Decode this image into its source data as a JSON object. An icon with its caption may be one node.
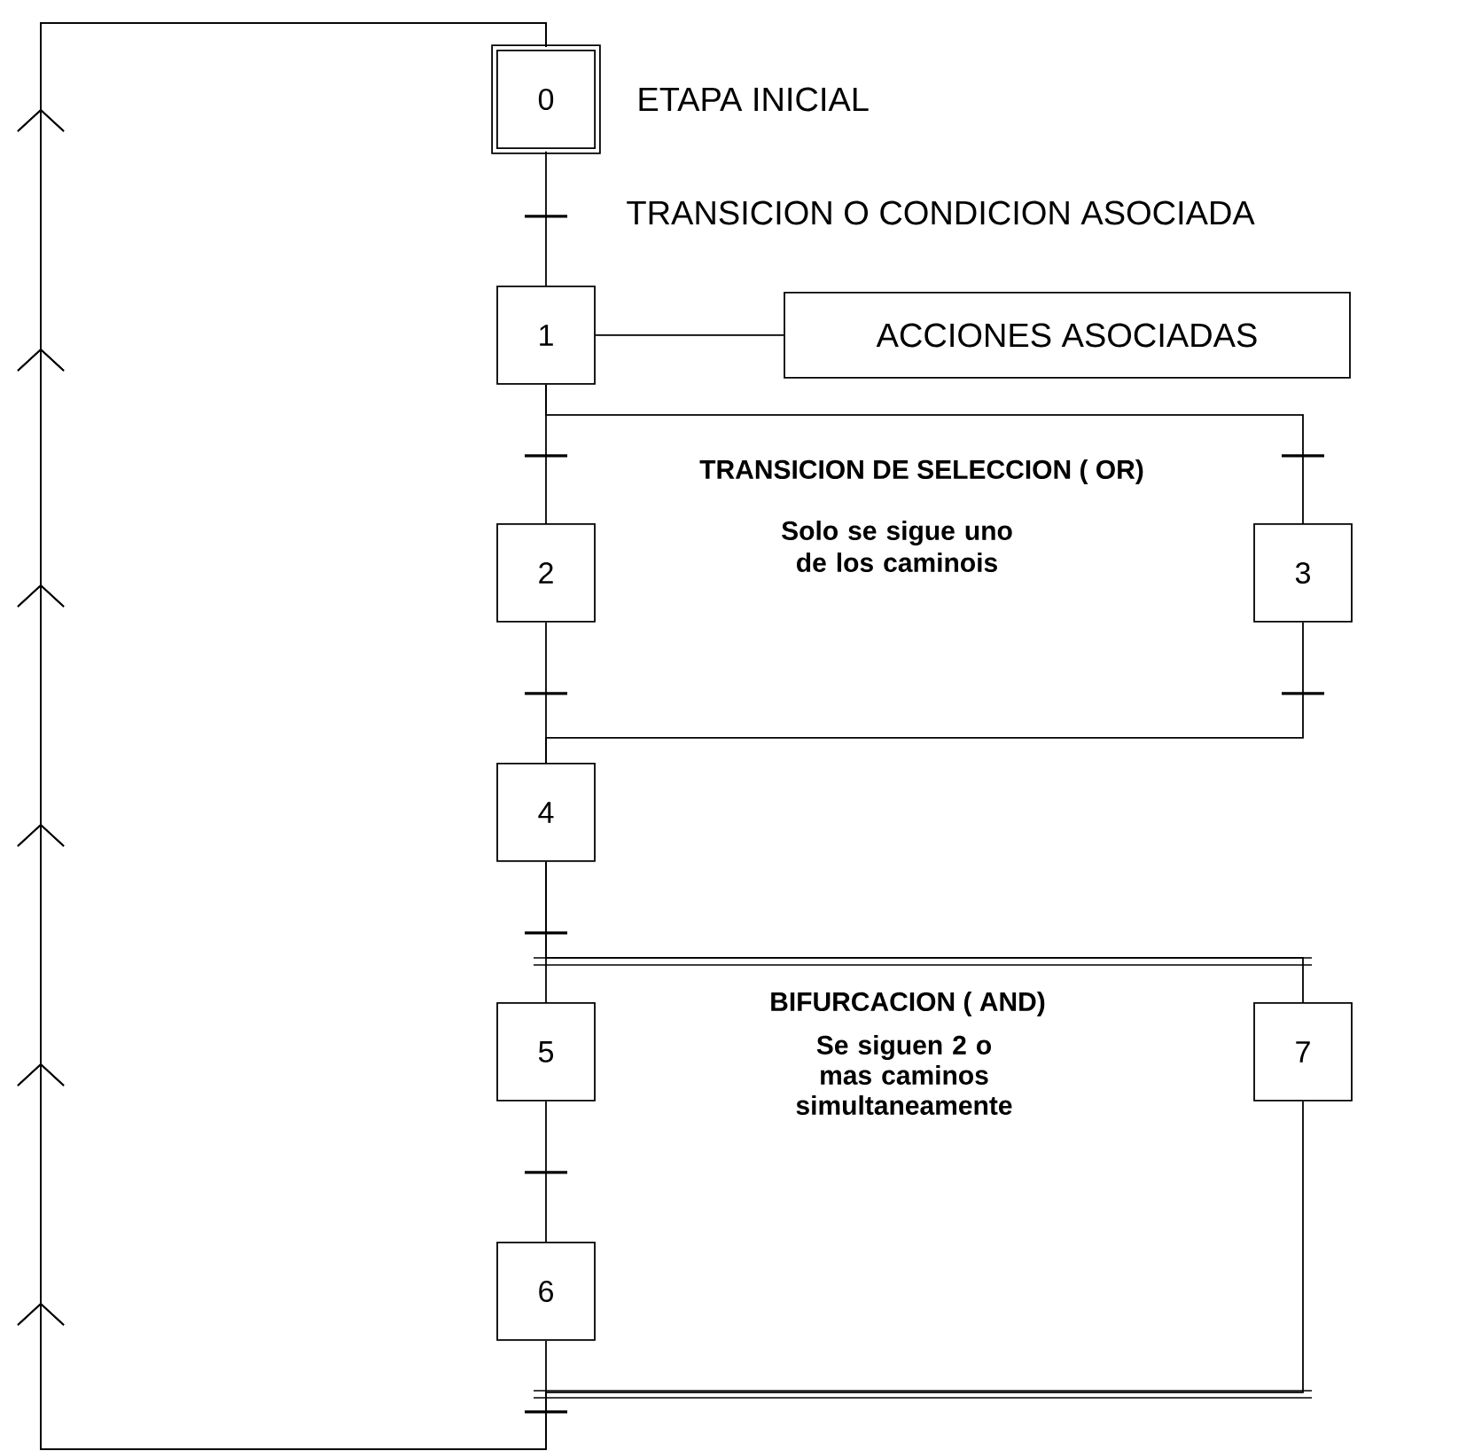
{
  "diagram": {
    "nodes": [
      {
        "text": [
          "0"
        ]
      },
      {
        "text": [
          "1"
        ]
      },
      {
        "text": [
          "2"
        ]
      },
      {
        "text": [
          "3"
        ]
      },
      {
        "text": [
          "4"
        ]
      },
      {
        "text": [
          "5"
        ]
      },
      {
        "text": [
          "6"
        ]
      },
      {
        "text": [
          "7"
        ]
      },
      {
        "text": [
          "ACCIONES ASOCIADAS"
        ]
      }
    ],
    "edges": [
      {
        "from": 0,
        "to": 1,
        "arrow": "none"
      },
      {
        "from": 1,
        "to": 8,
        "arrow": "none"
      },
      {
        "from": 1,
        "to": 2,
        "arrow": "none"
      },
      {
        "from": 1,
        "to": 3,
        "arrow": "none"
      },
      {
        "from": 2,
        "to": 4,
        "arrow": "none"
      },
      {
        "from": 3,
        "to": 4,
        "arrow": "none"
      },
      {
        "from": 4,
        "to": 5,
        "arrow": "none"
      },
      {
        "from": 4,
        "to": 7,
        "arrow": "none"
      },
      {
        "from": 5,
        "to": 6,
        "arrow": "none"
      },
      {
        "from": 6,
        "to": 0,
        "arrow": "to"
      },
      {
        "from": 7,
        "to": 0,
        "arrow": "to"
      }
    ],
    "labels": [
      "ETAPA INICIAL",
      "TRANSICION O CONDICION ASOCIADA",
      "TRANSICION DE SELECCION ( OR)",
      "Solo se sigue uno de los caminois",
      "BIFURCACION ( AND)",
      "Se siguen 2 o mas caminos simultaneamente"
    ]
  }
}
